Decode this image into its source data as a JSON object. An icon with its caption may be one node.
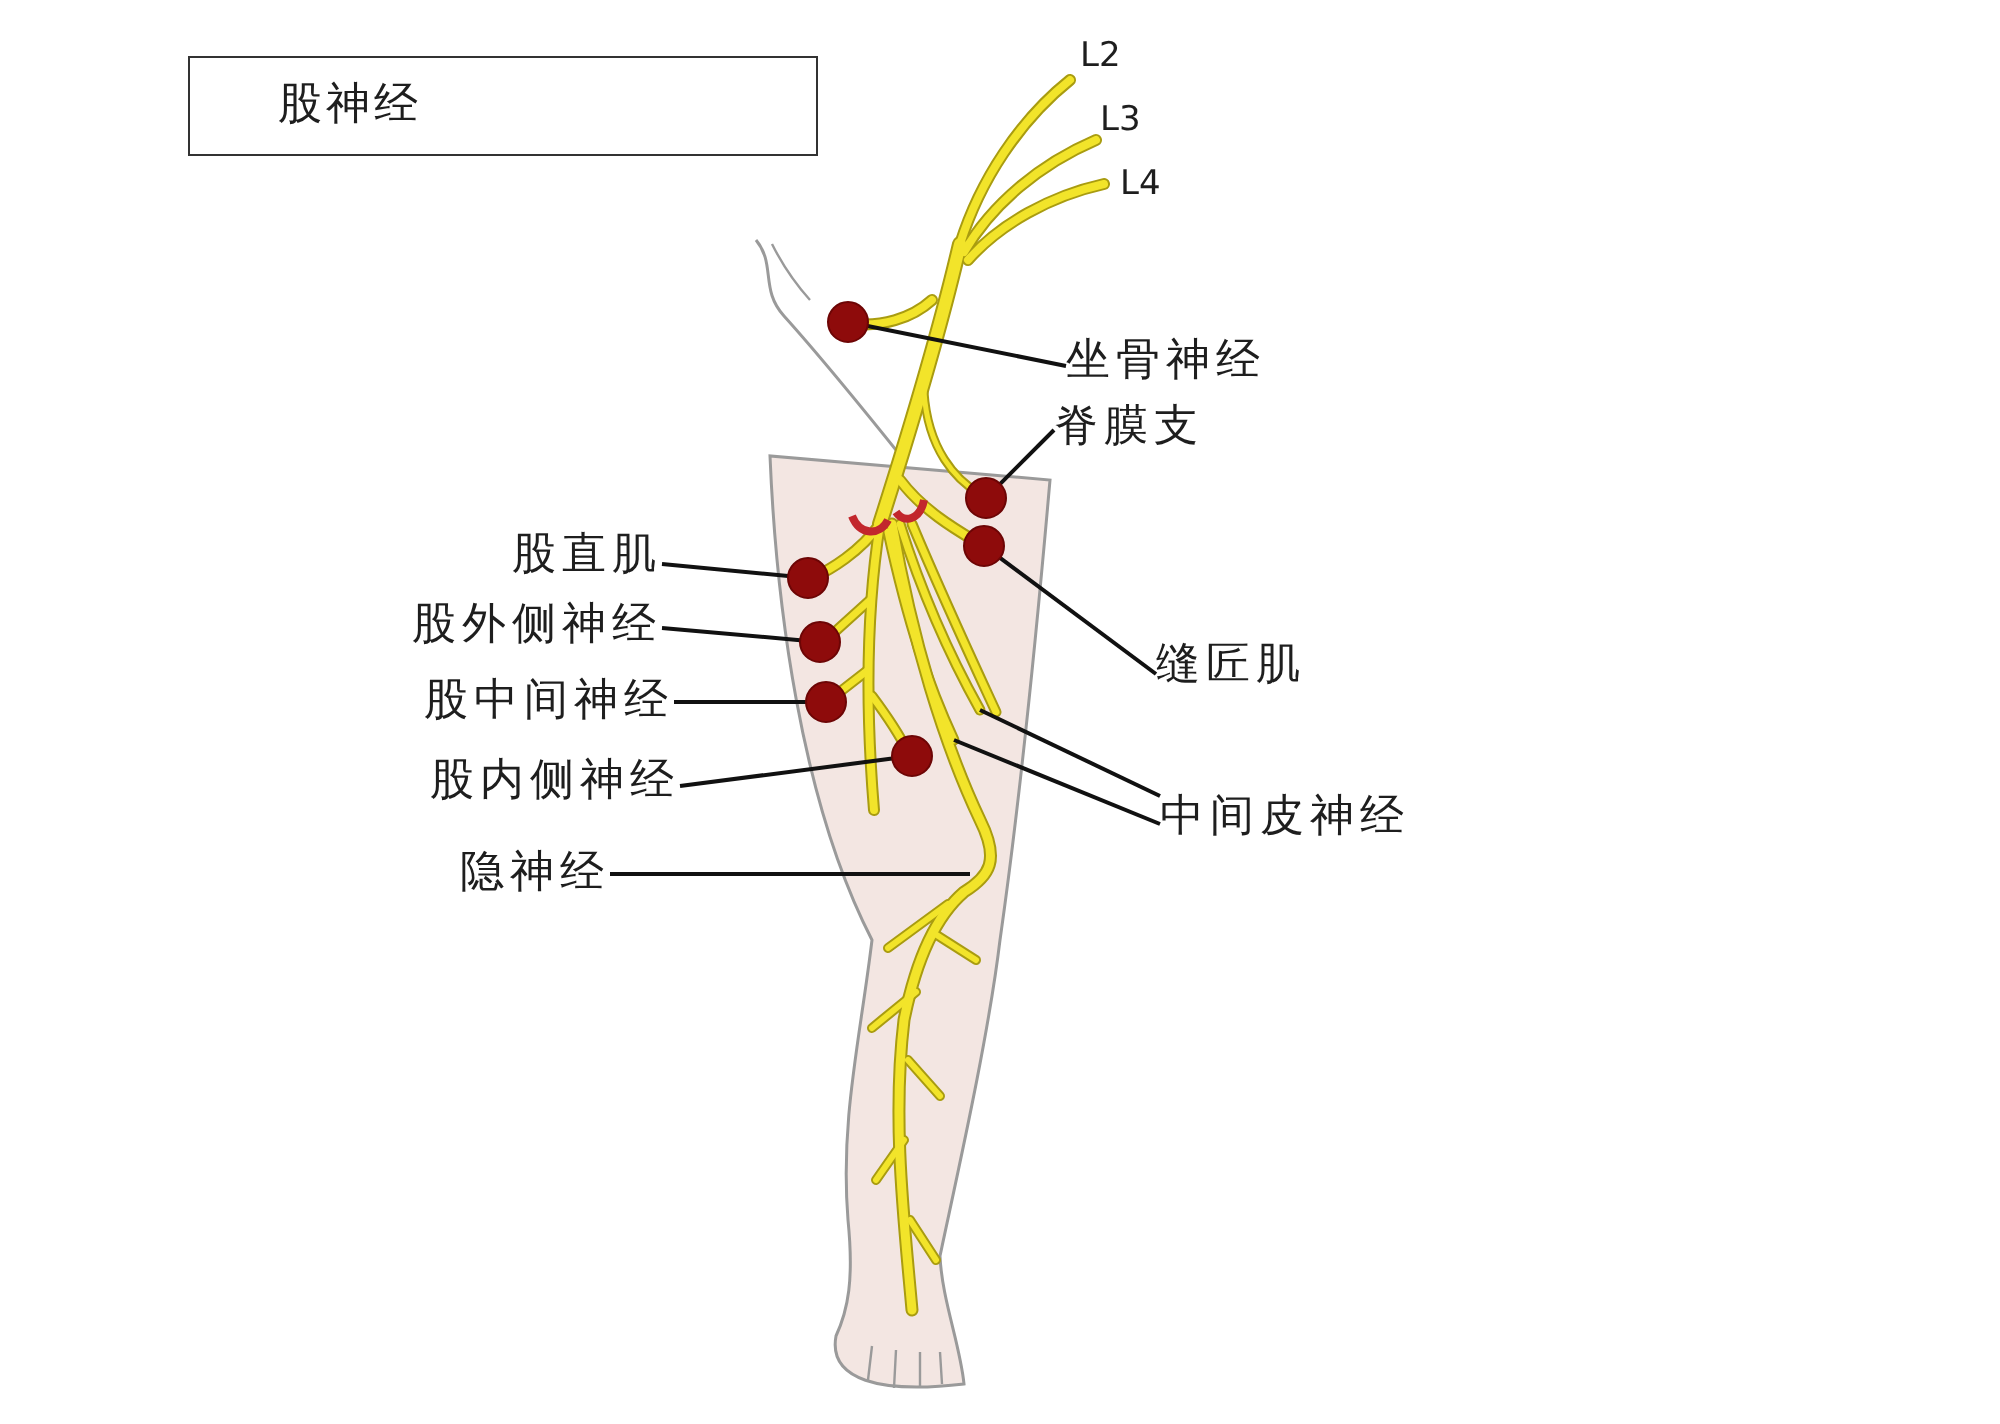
{
  "diagram": {
    "nodes": [
      {
        "text": [
          "股神经"
        ]
      },
      {
        "text": [
          "坐骨神经"
        ]
      },
      {
        "text": [
          "脊膜支"
        ]
      },
      {
        "text": [
          "股直肌"
        ]
      },
      {
        "text": [
          "股外侧神经"
        ]
      },
      {
        "text": [
          "股中间神经"
        ]
      },
      {
        "text": [
          "股内侧神经"
        ]
      },
      {
        "text": [
          "隐神经"
        ]
      },
      {
        "text": [
          "缝匠肌"
        ]
      },
      {
        "text": [
          "中间皮神经"
        ]
      },
      {
        "text": [],
        "shape": "circle"
      },
      {
        "text": [],
        "shape": "circle"
      },
      {
        "text": [],
        "shape": "circle"
      },
      {
        "text": [],
        "shape": "circle"
      },
      {
        "text": [],
        "shape": "circle"
      },
      {
        "text": [],
        "shape": "circle"
      },
      {
        "text": [],
        "shape": "circle"
      }
    ],
    "edges": [
      {
        "from": 1,
        "to": 10,
        "arrow": "none"
      },
      {
        "from": 2,
        "to": 11,
        "arrow": "none"
      },
      {
        "from": 3,
        "to": 13,
        "arrow": "none"
      },
      {
        "from": 4,
        "to": 14,
        "arrow": "none"
      },
      {
        "from": 5,
        "to": 15,
        "arrow": "none"
      },
      {
        "from": 6,
        "to": 16,
        "arrow": "none"
      },
      {
        "from": 7,
        "to": null,
        "arrow": "none"
      },
      {
        "from": 8,
        "to": 12,
        "arrow": "none"
      },
      {
        "from": 9,
        "to": null,
        "arrow": "none"
      },
      {
        "from": 9,
        "to": null,
        "arrow": "none"
      }
    ],
    "labels": [
      "L2",
      "L3",
      "L4"
    ]
  }
}
